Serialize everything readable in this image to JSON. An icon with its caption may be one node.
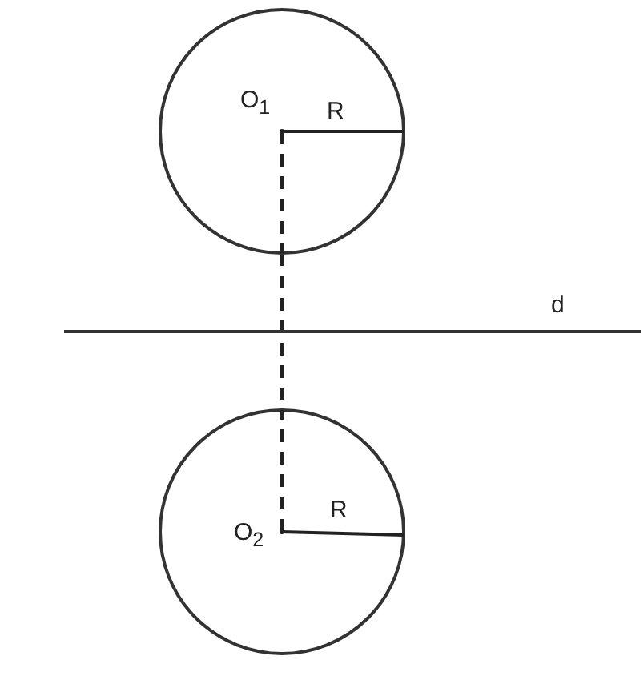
{
  "diagram": {
    "nodes": [
      {
        "text": [
          "O$_{1}$",
          "R"
        ]
      },
      {
        "text": [
          "O$_{2}$",
          "R"
        ]
      }
    ],
    "edges": [
      {
        "from": 0,
        "to": 1,
        "arrow": "none",
        "style": "dashed"
      }
    ],
    "labels": [
      "d"
    ]
  }
}
